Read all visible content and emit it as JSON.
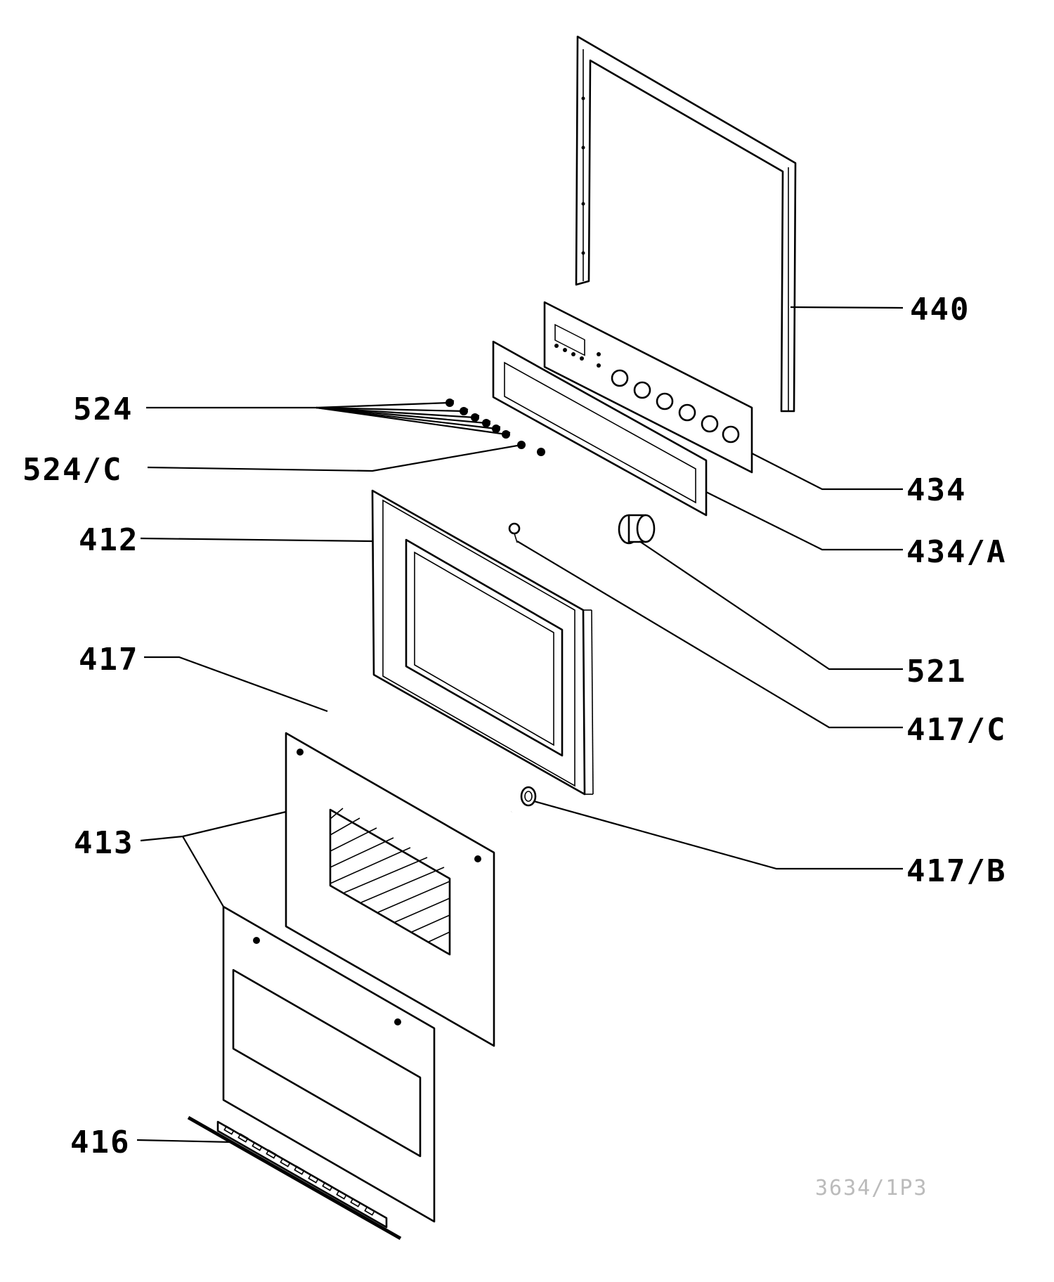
{
  "diagram": {
    "labels": {
      "p440": "440",
      "p524": "524",
      "p524c": "524/C",
      "p434": "434",
      "p434a": "434/A",
      "p412": "412",
      "p521": "521",
      "p417": "417",
      "p417c": "417/C",
      "p413": "413",
      "p417b": "417/B",
      "p416": "416"
    },
    "drawing_code": "3634/1P3"
  }
}
